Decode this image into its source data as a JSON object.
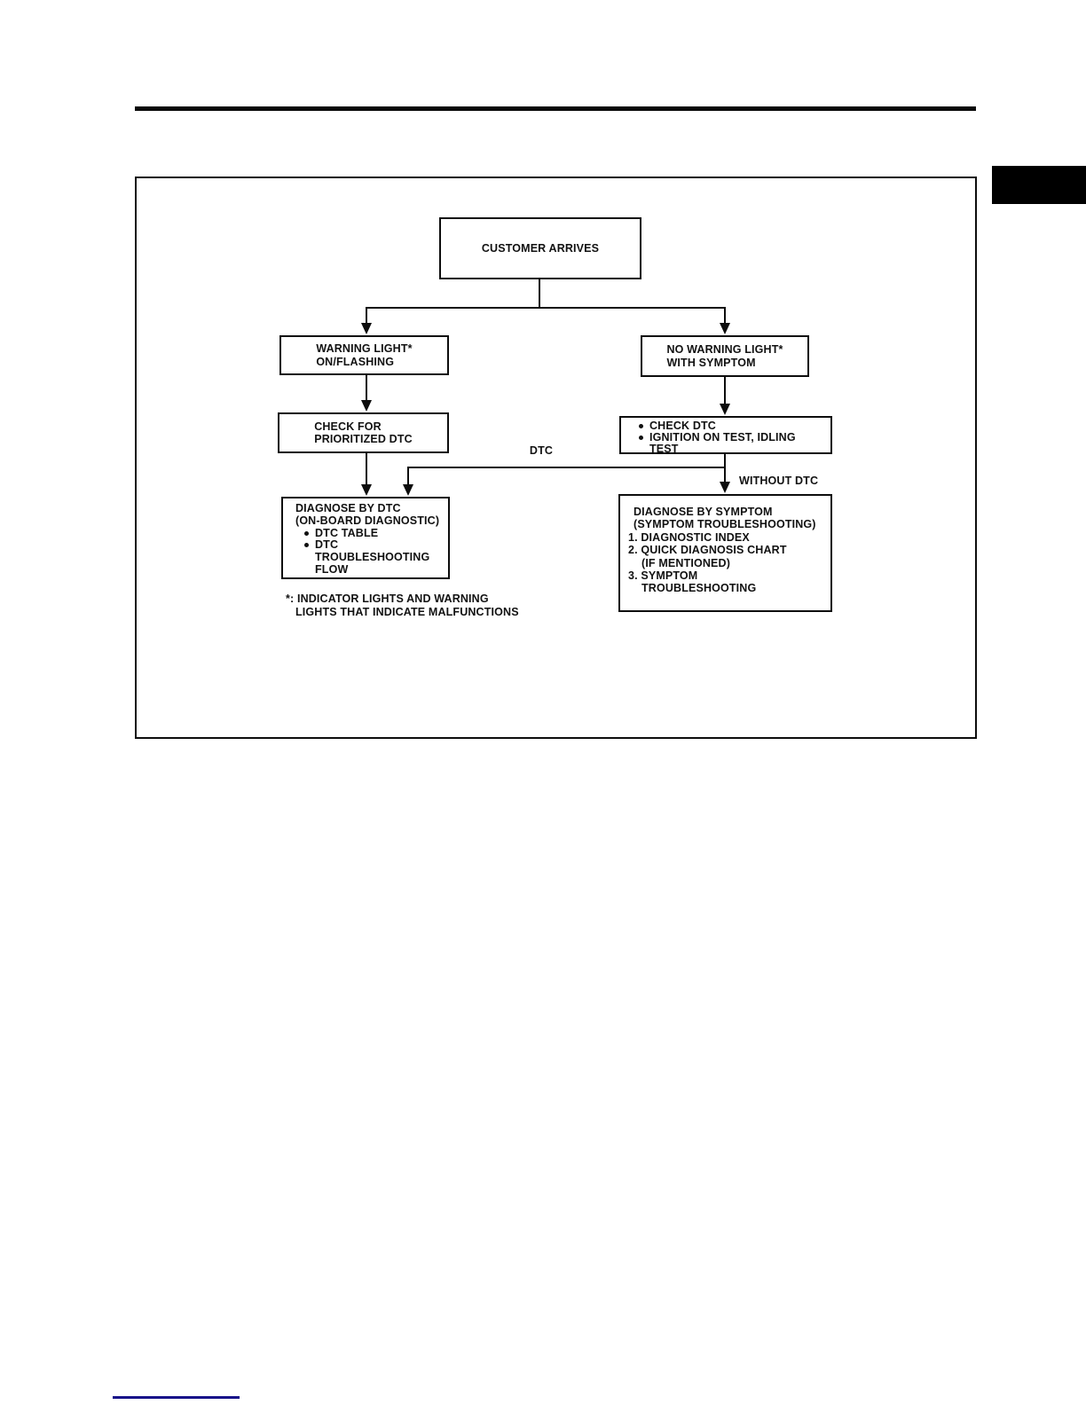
{
  "flowchart": {
    "nodes": {
      "customer": {
        "line1": "CUSTOMER ARRIVES"
      },
      "warning_light": {
        "line1": "WARNING LIGHT*",
        "line2": "ON/FLASHING"
      },
      "no_warning_light": {
        "line1": "NO WARNING LIGHT*",
        "line2": "WITH SYMPTOM"
      },
      "check_prioritized": {
        "line1": "CHECK FOR",
        "line2": "PRIORITIZED DTC"
      },
      "check_dtc": {
        "bullet1": "CHECK DTC",
        "bullet2": "IGNITION ON TEST, IDLING",
        "bullet2_cont": "TEST"
      },
      "diagnose_by_dtc": {
        "line1": "DIAGNOSE BY DTC",
        "line2": "(ON-BOARD DIAGNOSTIC)",
        "bullet1": "DTC TABLE",
        "bullet2": "DTC",
        "bullet2_cont1": "TROUBLESHOOTING",
        "bullet2_cont2": "FLOW"
      },
      "diagnose_by_symptom": {
        "line1": "DIAGNOSE BY SYMPTOM",
        "line2": "(SYMPTOM TROUBLESHOOTING)",
        "item1": "1. DIAGNOSTIC INDEX",
        "item2": "2. QUICK DIAGNOSIS CHART",
        "item2_cont": "(IF MENTIONED)",
        "item3": "3. SYMPTOM",
        "item3_cont": "TROUBLESHOOTING"
      }
    },
    "edge_labels": {
      "dtc": "DTC",
      "without_dtc": "WITHOUT DTC"
    },
    "edges": [
      "customer -> warning_light",
      "customer -> no_warning_light",
      "warning_light -> check_prioritized",
      "no_warning_light -> check_dtc",
      "check_prioritized -> diagnose_by_dtc",
      "check_dtc -> diagnose_by_dtc (DTC)",
      "check_dtc -> diagnose_by_symptom (WITHOUT DTC)"
    ],
    "footnote": {
      "line1": "*: INDICATOR LIGHTS AND WARNING",
      "line2": "LIGHTS THAT INDICATE MALFUNCTIONS"
    }
  },
  "colors": {
    "ink": "#111111",
    "footer_link": "#181489"
  }
}
